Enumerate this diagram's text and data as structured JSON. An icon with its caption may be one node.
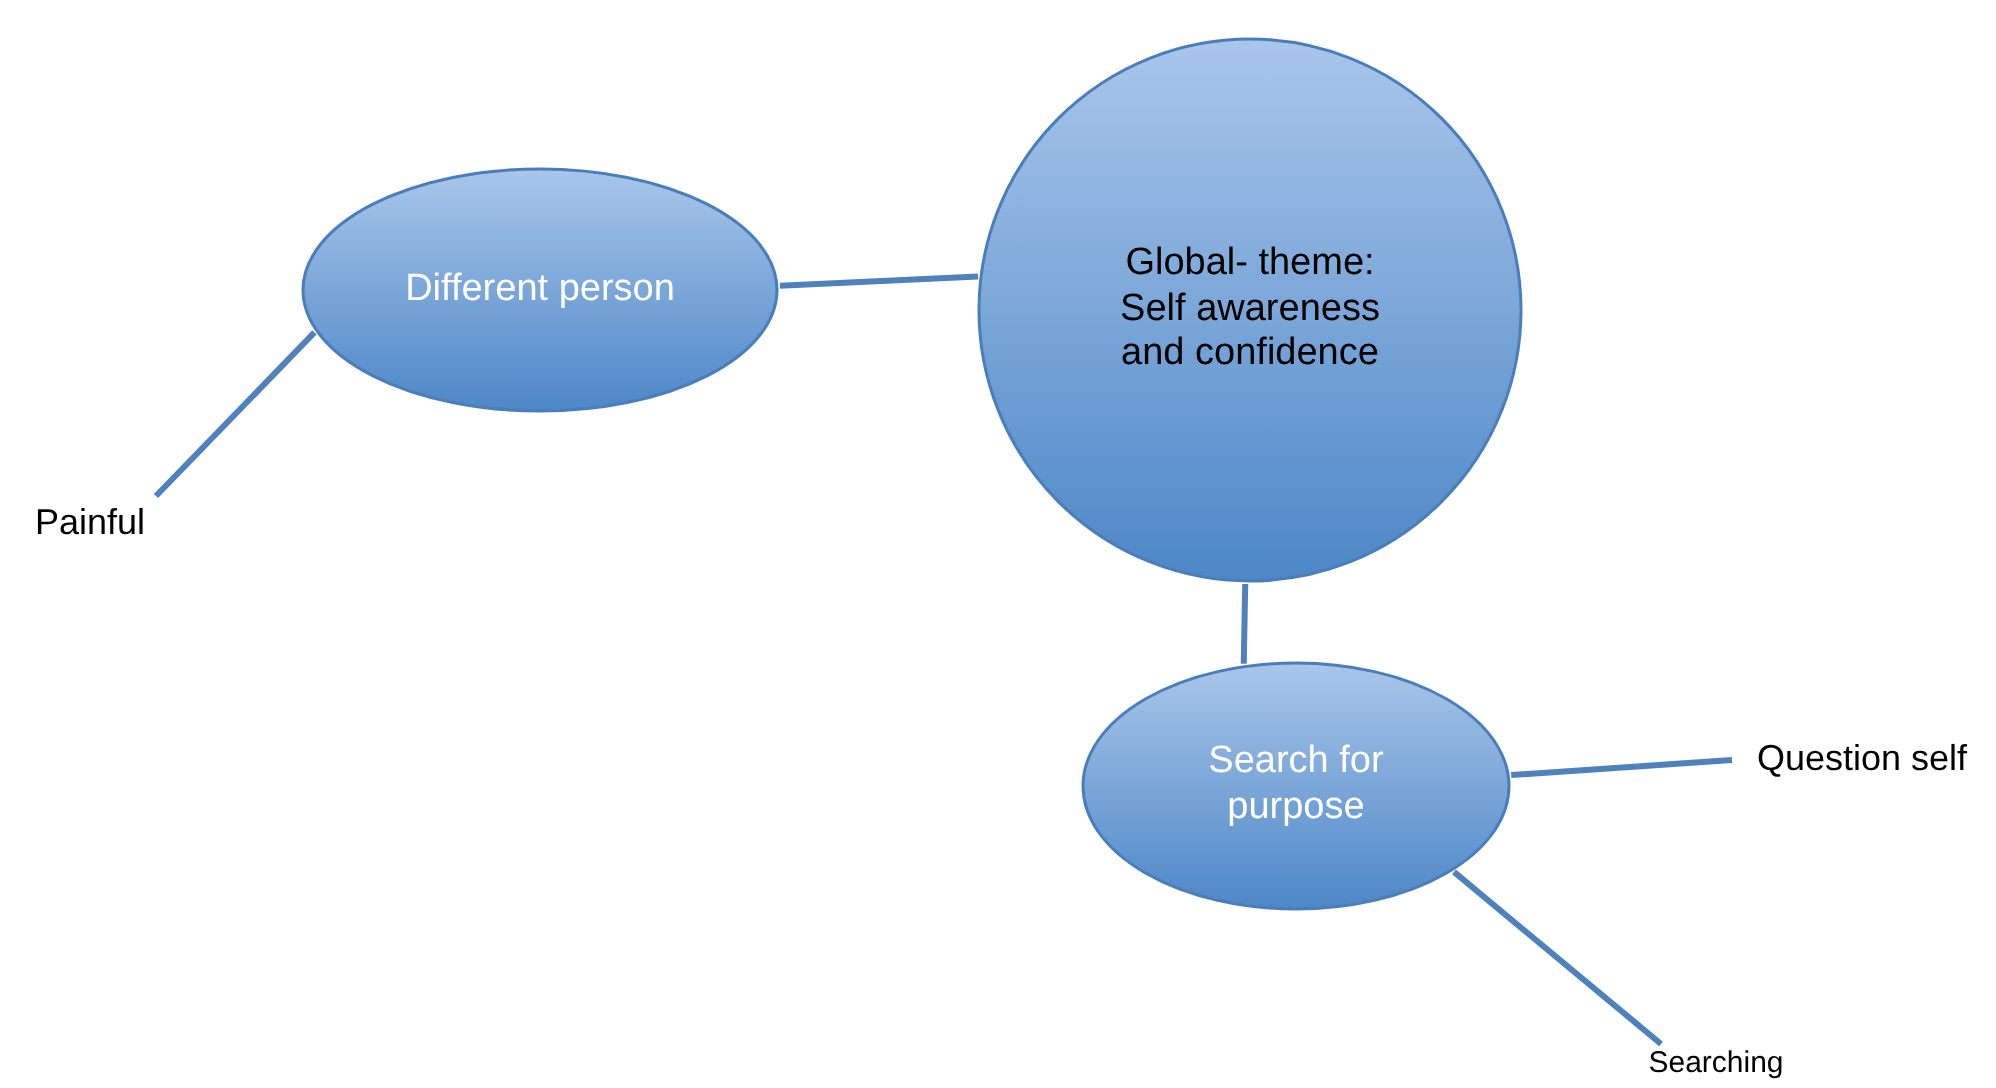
{
  "diagram": {
    "nodes": [
      {
        "text": [
          "Global- theme: Self awareness and confidence"
        ]
      },
      {
        "text": [
          "Different person"
        ]
      },
      {
        "text": [
          "Search for purpose"
        ]
      },
      {
        "text": [
          "Painful"
        ]
      },
      {
        "text": [
          "Question self"
        ]
      },
      {
        "text": [
          "Searching"
        ]
      }
    ],
    "edges": [
      {
        "from": 1,
        "to": 0,
        "arrow": "none"
      },
      {
        "from": 0,
        "to": 2,
        "arrow": "none"
      },
      {
        "from": 3,
        "to": 1,
        "arrow": "none"
      },
      {
        "from": 2,
        "to": 4,
        "arrow": "none"
      },
      {
        "from": 2,
        "to": 5,
        "arrow": "none"
      }
    ]
  }
}
